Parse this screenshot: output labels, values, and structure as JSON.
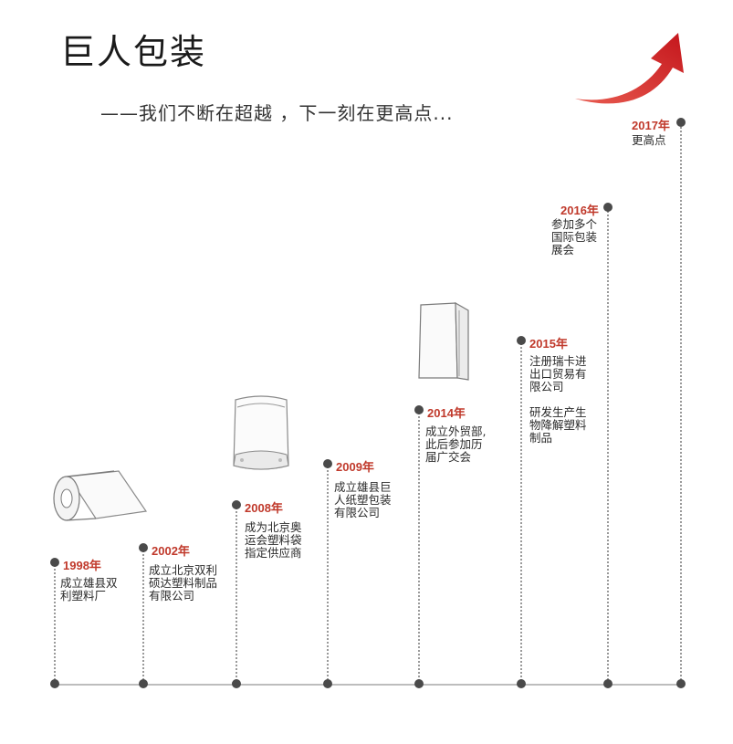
{
  "header": {
    "title": "巨人包装",
    "subtitle": "——我们不断在超越 ，下一刻在更高点..."
  },
  "timeline": [
    {
      "year": "1998年",
      "desc": "成立雄县双\n利塑料厂"
    },
    {
      "year": "2002年",
      "desc": "成立北京双利\n硕达塑料制品\n有限公司"
    },
    {
      "year": "2008年",
      "desc": "成为北京奥\n运会塑料袋\n指定供应商"
    },
    {
      "year": "2009年",
      "desc": "成立雄县巨\n人纸塑包装\n有限公司"
    },
    {
      "year": "2014年",
      "desc": "成立外贸部,\n此后参加历\n届广交会"
    },
    {
      "year": "2015年",
      "desc": "注册瑞卡进\n出口贸易有\n限公司\n\n研发生产生\n物降解塑料\n制品"
    },
    {
      "year": "2016年",
      "desc": "参加多个\n国际包装\n展会"
    },
    {
      "year": "2017年",
      "desc": "更高点"
    }
  ],
  "colors": {
    "year_red": "#c0392b",
    "dot": "#4a4a4a",
    "arrow_red": "#d9262b"
  },
  "illustrations": [
    "paper-roll-icon",
    "stand-up-pouch-icon",
    "paper-bag-icon",
    "rising-arrow-icon"
  ]
}
